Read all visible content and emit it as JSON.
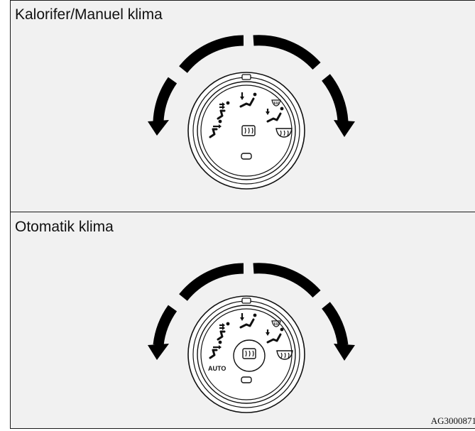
{
  "panels": [
    {
      "title": "Kalorifer/Manuel klima",
      "has_auto": false
    },
    {
      "title": "Otomatik klima",
      "has_auto": true,
      "auto_label": "AUTO"
    }
  ],
  "figure_code": "AG3000871",
  "icons": [
    "face-vent-icon",
    "bi-level-icon",
    "foot-icon",
    "foot-defrost-icon",
    "rear-defrost-icon",
    "defrost-icon"
  ],
  "colors": {
    "background": "#f1f1f1",
    "ink": "#111111",
    "arrow": "#000000"
  }
}
